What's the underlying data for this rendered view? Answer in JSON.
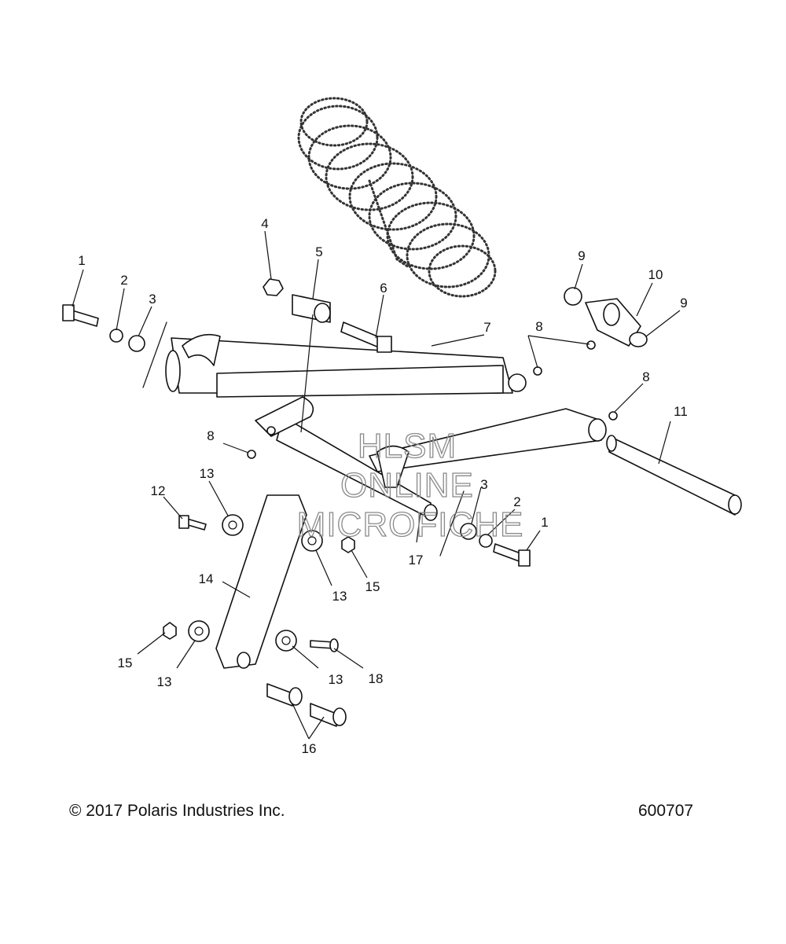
{
  "copyright": "© 2017 Polaris Industries Inc.",
  "figure_number": "600707",
  "watermark": [
    "HLSM",
    "ONLINE",
    "MICROFICHE"
  ],
  "callouts": [
    {
      "id": "c1a",
      "label": "1"
    },
    {
      "id": "c2a",
      "label": "2"
    },
    {
      "id": "c3a",
      "label": "3"
    },
    {
      "id": "c4",
      "label": "4"
    },
    {
      "id": "c5",
      "label": "5"
    },
    {
      "id": "c6",
      "label": "6"
    },
    {
      "id": "c7",
      "label": "7"
    },
    {
      "id": "c8a",
      "label": "8"
    },
    {
      "id": "c9a",
      "label": "9"
    },
    {
      "id": "c10",
      "label": "10"
    },
    {
      "id": "c9b",
      "label": "9"
    },
    {
      "id": "c8b",
      "label": "8"
    },
    {
      "id": "c11",
      "label": "11"
    },
    {
      "id": "c8c",
      "label": "8"
    },
    {
      "id": "c13a",
      "label": "13"
    },
    {
      "id": "c12",
      "label": "12"
    },
    {
      "id": "c3b",
      "label": "3"
    },
    {
      "id": "c2b",
      "label": "2"
    },
    {
      "id": "c1b",
      "label": "1"
    },
    {
      "id": "c17",
      "label": "17"
    },
    {
      "id": "c14",
      "label": "14"
    },
    {
      "id": "c13b",
      "label": "13"
    },
    {
      "id": "c15a",
      "label": "15"
    },
    {
      "id": "c15b",
      "label": "15"
    },
    {
      "id": "c13c",
      "label": "13"
    },
    {
      "id": "c13d",
      "label": "13"
    },
    {
      "id": "c18",
      "label": "18"
    },
    {
      "id": "c16",
      "label": "16"
    }
  ]
}
